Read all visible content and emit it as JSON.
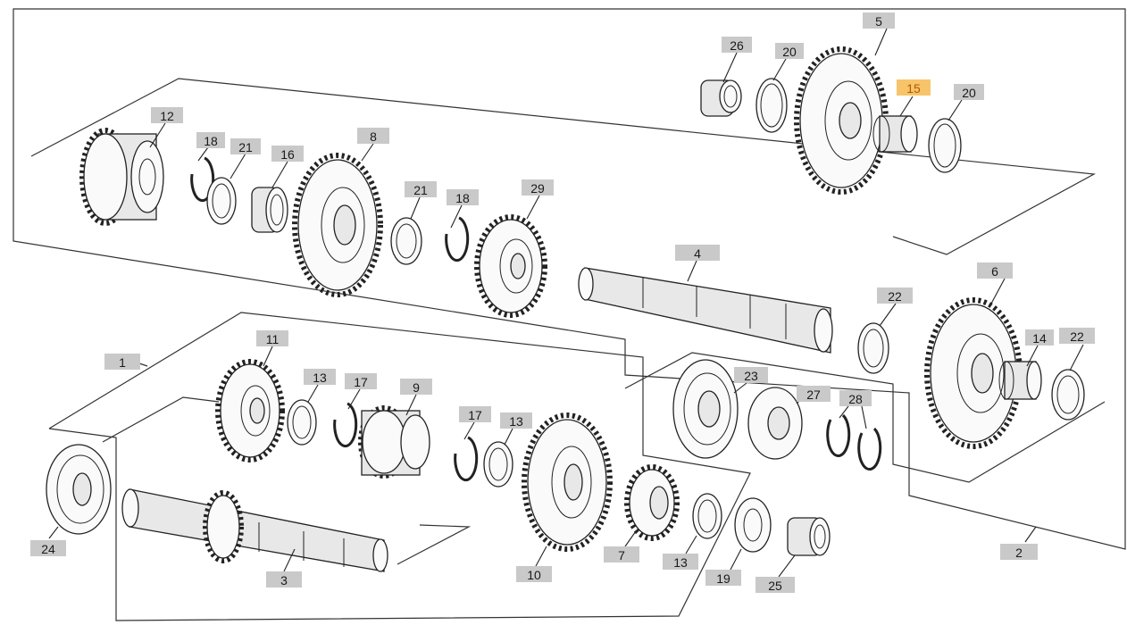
{
  "callouts": [
    {
      "id": "c26a",
      "text": "26",
      "highlight": false
    },
    {
      "id": "c20a",
      "text": "20",
      "highlight": false
    },
    {
      "id": "c5",
      "text": "5",
      "highlight": false
    },
    {
      "id": "c15",
      "text": "15",
      "highlight": true
    },
    {
      "id": "c20b",
      "text": "20",
      "highlight": false
    },
    {
      "id": "c12",
      "text": "12",
      "highlight": false
    },
    {
      "id": "c18a",
      "text": "18",
      "highlight": false
    },
    {
      "id": "c21a",
      "text": "21",
      "highlight": false
    },
    {
      "id": "c16",
      "text": "16",
      "highlight": false
    },
    {
      "id": "c8",
      "text": "8",
      "highlight": false
    },
    {
      "id": "c21b",
      "text": "21",
      "highlight": false
    },
    {
      "id": "c18b",
      "text": "18",
      "highlight": false
    },
    {
      "id": "c29",
      "text": "29",
      "highlight": false
    },
    {
      "id": "c4",
      "text": "4",
      "highlight": false
    },
    {
      "id": "c22a",
      "text": "22",
      "highlight": false
    },
    {
      "id": "c6",
      "text": "6",
      "highlight": false
    },
    {
      "id": "c14",
      "text": "14",
      "highlight": false
    },
    {
      "id": "c22b",
      "text": "22",
      "highlight": false
    },
    {
      "id": "c1",
      "text": "1",
      "highlight": false
    },
    {
      "id": "c11",
      "text": "11",
      "highlight": false
    },
    {
      "id": "c13a",
      "text": "13",
      "highlight": false
    },
    {
      "id": "c17a",
      "text": "17",
      "highlight": false
    },
    {
      "id": "c9",
      "text": "9",
      "highlight": false
    },
    {
      "id": "c17b",
      "text": "17",
      "highlight": false
    },
    {
      "id": "c13b",
      "text": "13",
      "highlight": false
    },
    {
      "id": "c23",
      "text": "23",
      "highlight": false
    },
    {
      "id": "c27",
      "text": "27",
      "highlight": false
    },
    {
      "id": "c28",
      "text": "28",
      "highlight": false
    },
    {
      "id": "c24",
      "text": "24",
      "highlight": false
    },
    {
      "id": "c3",
      "text": "3",
      "highlight": false
    },
    {
      "id": "c10",
      "text": "10",
      "highlight": false
    },
    {
      "id": "c7",
      "text": "7",
      "highlight": false
    },
    {
      "id": "c13c",
      "text": "13",
      "highlight": false
    },
    {
      "id": "c19",
      "text": "19",
      "highlight": false
    },
    {
      "id": "c25",
      "text": "25",
      "highlight": false
    },
    {
      "id": "c2",
      "text": "2",
      "highlight": false
    }
  ],
  "colors": {
    "label_bg": "#c9c9c9",
    "highlight_bg": "#f7c46a",
    "highlight_text": "#b05a00",
    "line": "#222222"
  }
}
